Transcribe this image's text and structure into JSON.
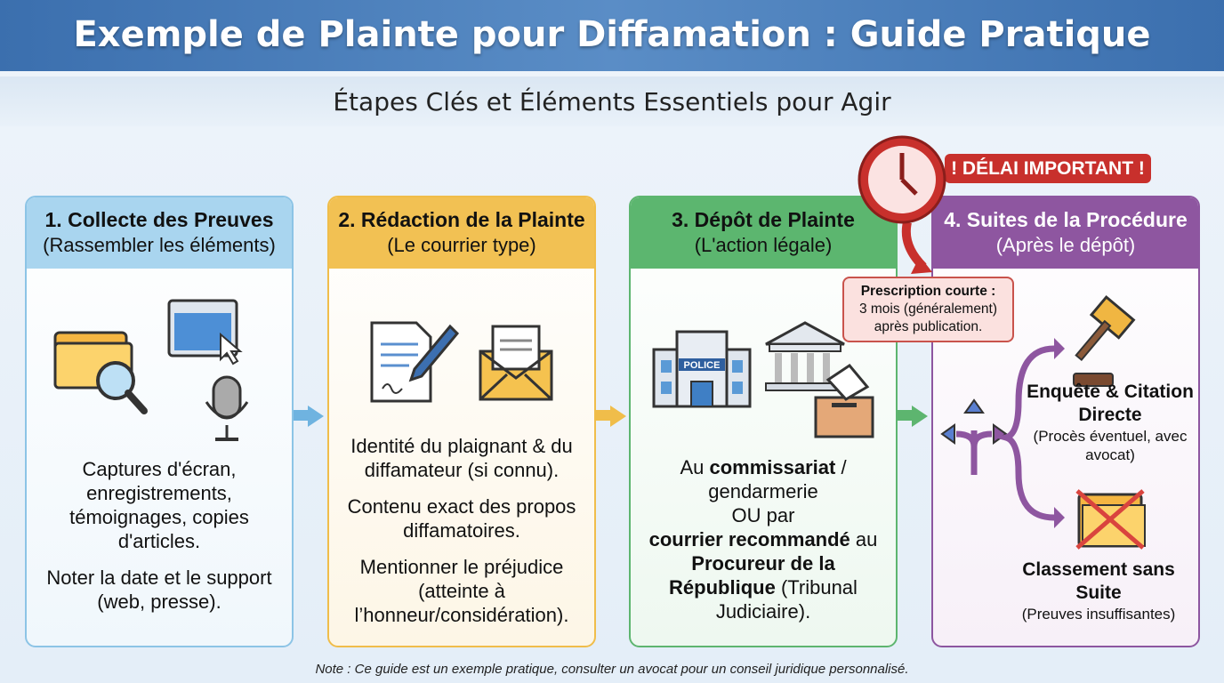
{
  "title": "Exemple de Plainte pour Diffamation : Guide Pratique",
  "subtitle": "Étapes Clés et Éléments Essentiels pour Agir",
  "steps": [
    {
      "title": "1. Collecte des Preuves",
      "subtitle": "(Rassembler les éléments)",
      "color": "#a9d5ef",
      "icons": [
        "folder-search-icon",
        "browser-cursor-icon",
        "microphone-icon"
      ],
      "paragraphs": [
        "Captures d'écran, enregistrements, témoignages, copies d'articles.",
        "Noter la date et le support (web, presse)."
      ]
    },
    {
      "title": "2. Rédaction de la Plainte",
      "subtitle": "(Le courrier type)",
      "color": "#f2c153",
      "icons": [
        "document-pen-icon",
        "envelope-icon"
      ],
      "paragraphs": [
        "Identité du plaignant & du diffamateur (si connu).",
        "Contenu exact des propos diffamatoires.",
        "Mentionner le préjudice (atteinte à l’honneur/considération)."
      ]
    },
    {
      "title": "3. Dépôt de Plainte",
      "subtitle": "(L'action légale)",
      "color": "#5cb66f",
      "icons": [
        "police-station-icon",
        "courthouse-icon",
        "mailbox-icon"
      ],
      "police_sign": "POLICE",
      "text": {
        "a": "Au ",
        "b": "commissariat",
        "c": " / gendarmerie",
        "d": "OU par",
        "e": "courrier recommandé",
        "f": " au ",
        "g": "Procureur de la République",
        "h": " (Tribunal Judiciaire)."
      }
    },
    {
      "title": "4. Suites de la Procédure",
      "subtitle": "(Après le dépôt)",
      "color": "#8e56a0",
      "icons": [
        "split-arrows-icon",
        "gavel-icon",
        "folder-crossed-icon"
      ],
      "outcomes": [
        {
          "title": "Enquête & Citation Directe",
          "detail": "(Procès éventuel, avec avocat)"
        },
        {
          "title": "Classement sans Suite",
          "detail": "(Preuves insuffisantes)"
        }
      ]
    }
  ],
  "alert": {
    "badge": "! DÉLAI IMPORTANT !",
    "icon": "clock-icon",
    "title": "Prescription courte :",
    "line1": "3 mois (généralement)",
    "line2": "après publication.",
    "color": "#c8302c"
  },
  "note": "Note : Ce guide est un exemple pratique, consulter un avocat pour un conseil juridique personnalisé."
}
